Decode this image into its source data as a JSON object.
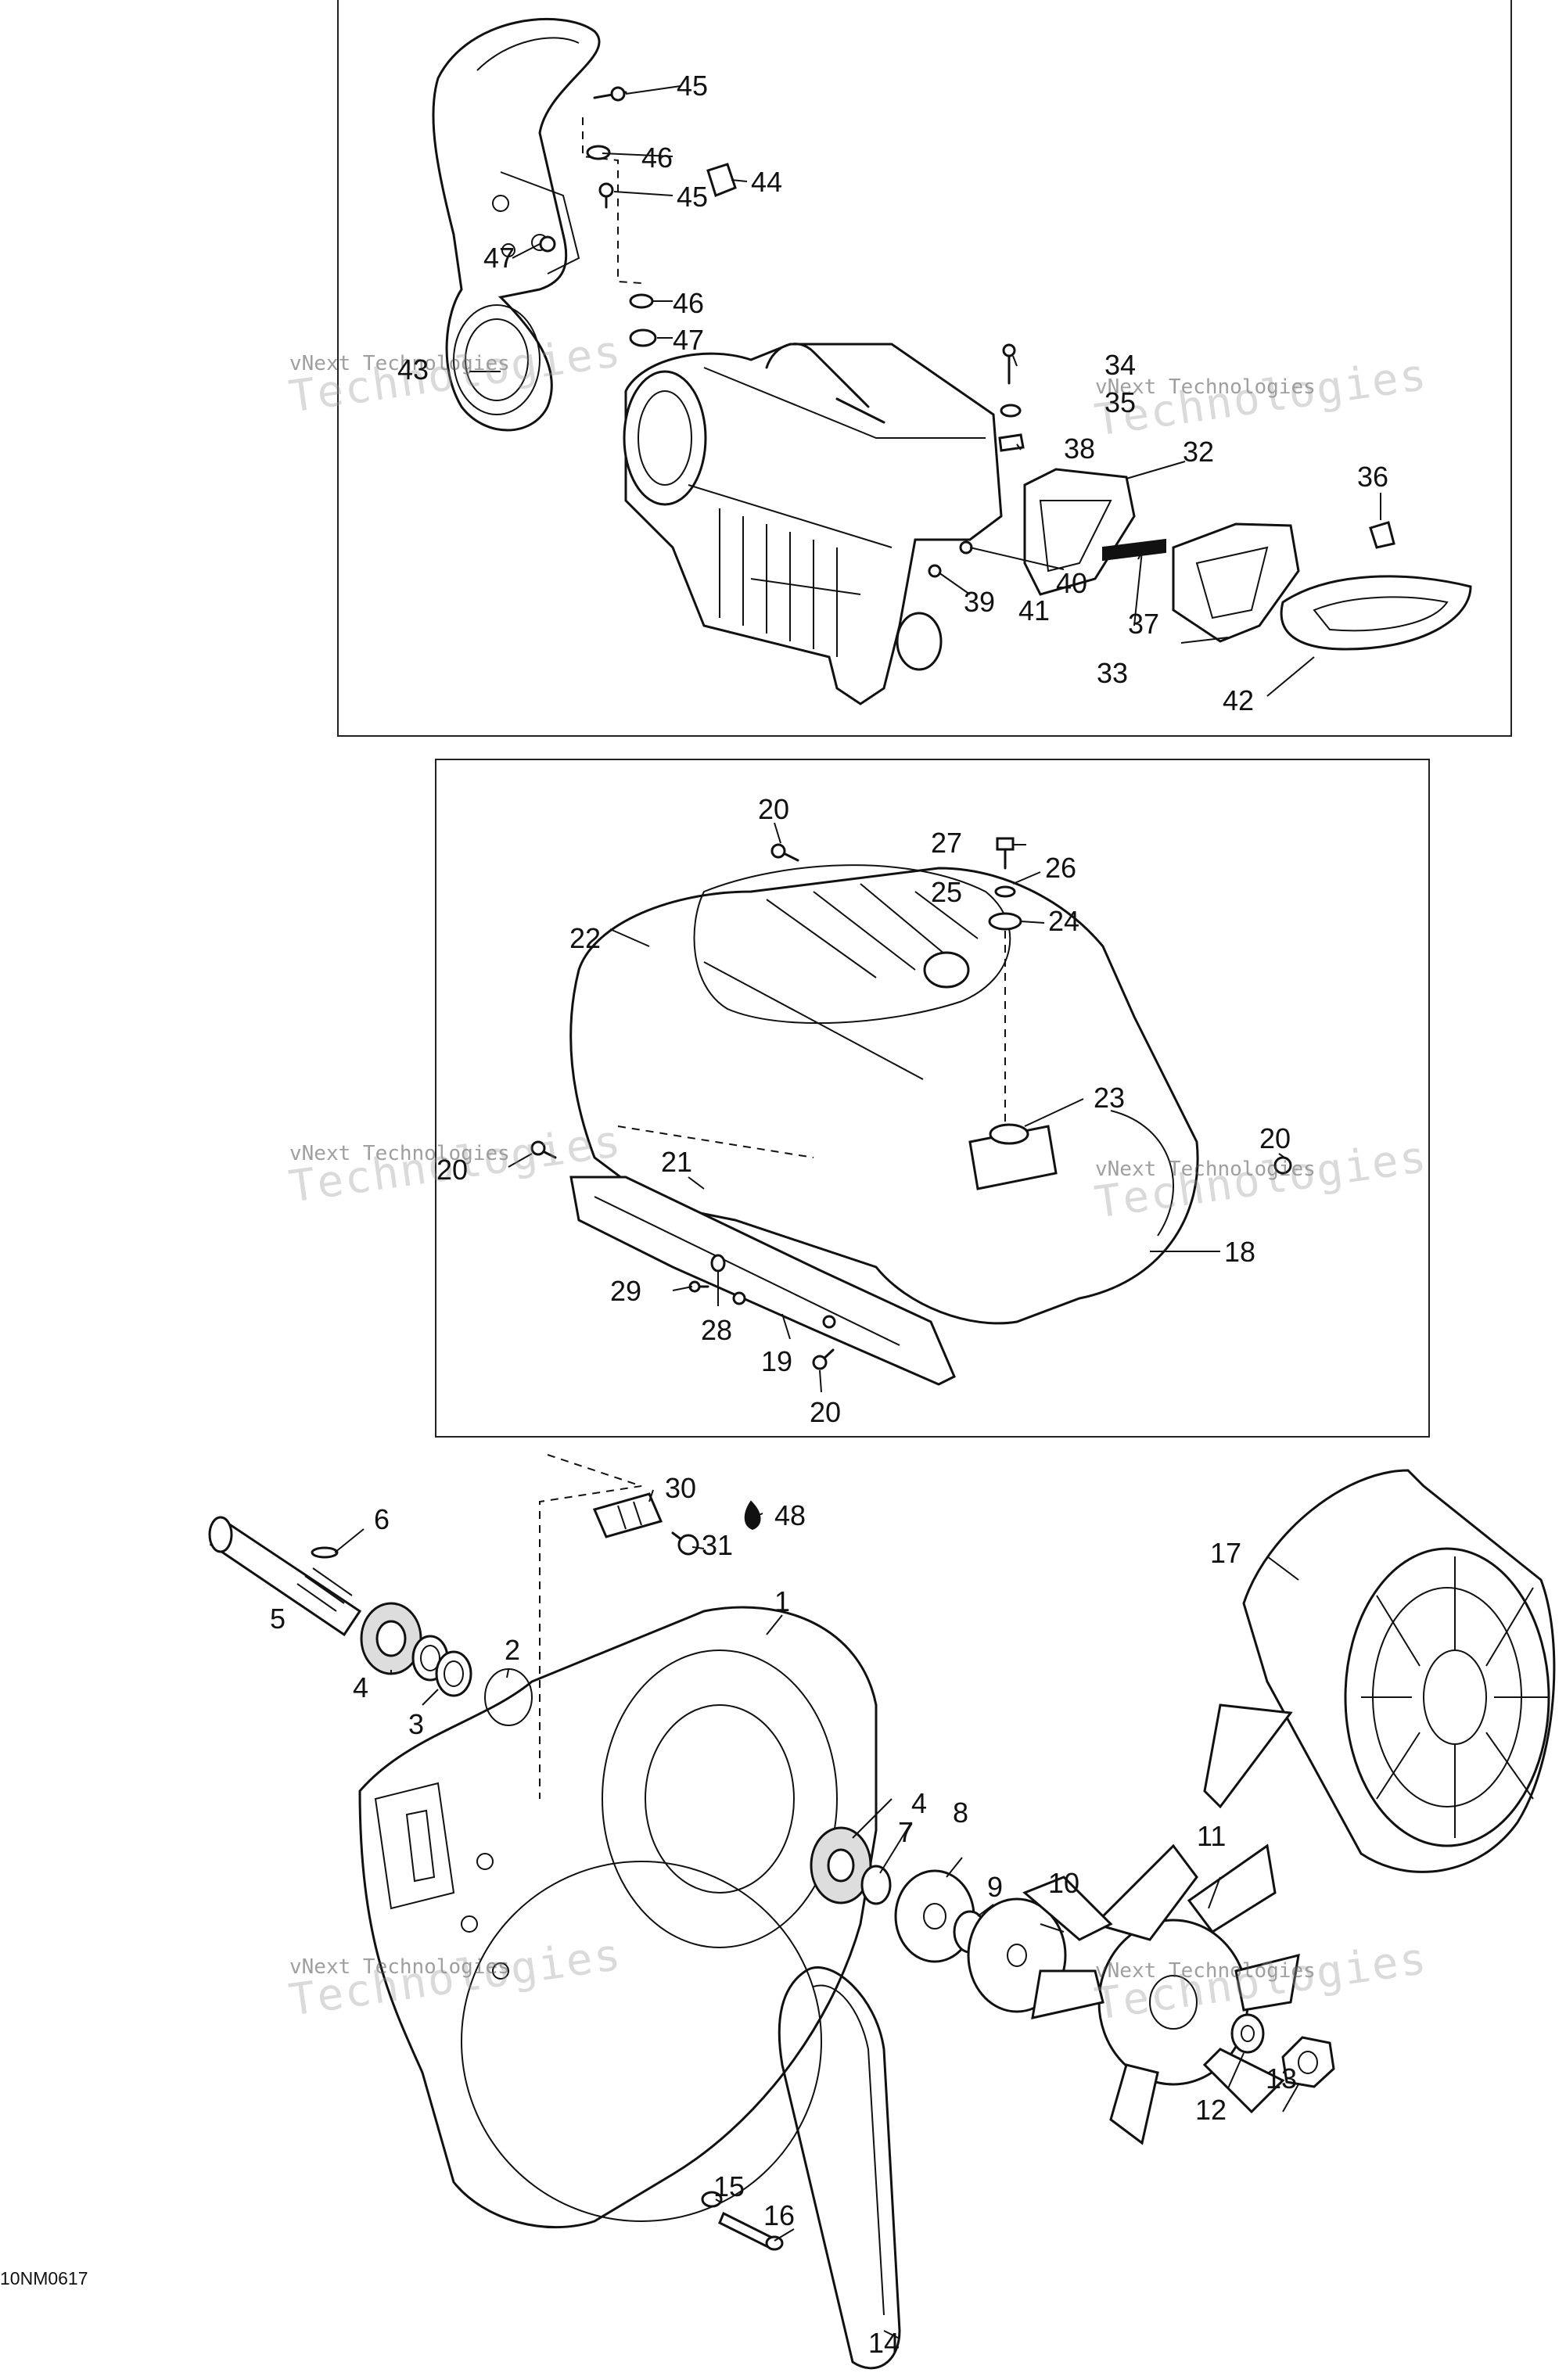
{
  "drawing_code": "10NM0617",
  "watermark": {
    "line1": "vNext Technologies",
    "line2": "Technologies"
  },
  "callouts": [
    "1",
    "2",
    "3",
    "4",
    "4",
    "5",
    "6",
    "7",
    "8",
    "9",
    "10",
    "11",
    "12",
    "13",
    "14",
    "15",
    "16",
    "17",
    "18",
    "19",
    "20",
    "20",
    "20",
    "20",
    "21",
    "22",
    "23",
    "24",
    "25",
    "26",
    "27",
    "28",
    "29",
    "30",
    "31",
    "32",
    "33",
    "34",
    "35",
    "36",
    "37",
    "38",
    "39",
    "40",
    "41",
    "42",
    "43",
    "44",
    "45",
    "45",
    "46",
    "46",
    "47",
    "47",
    "48"
  ]
}
